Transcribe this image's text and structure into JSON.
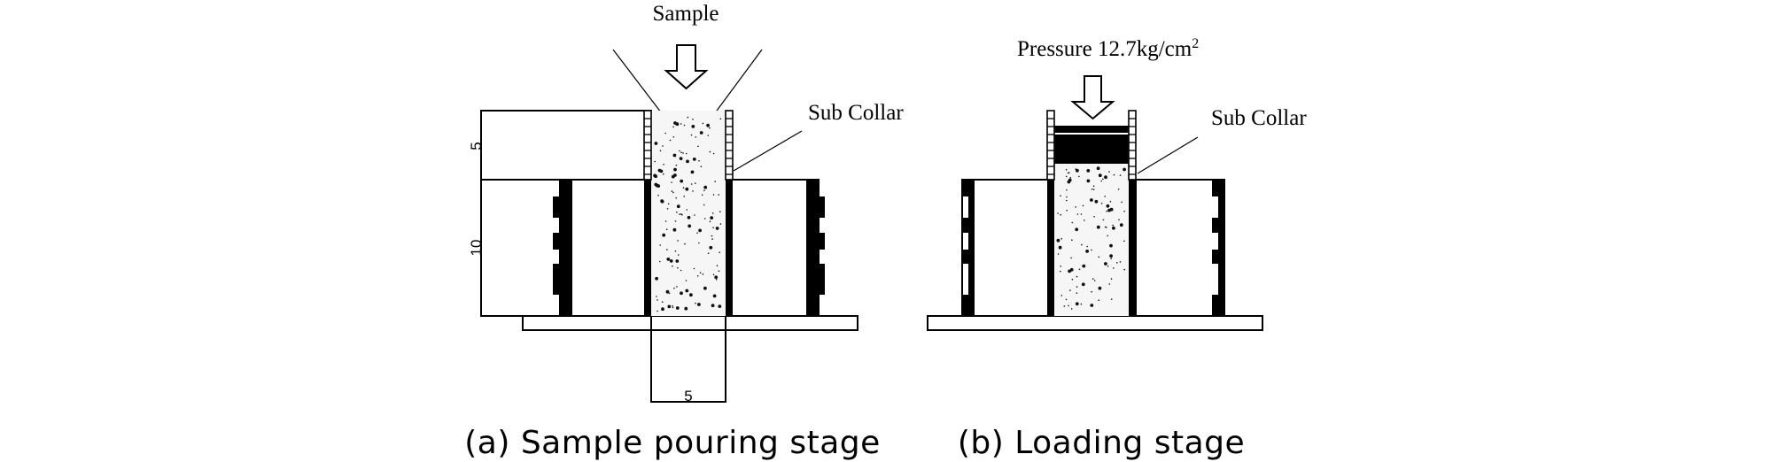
{
  "panel_a": {
    "caption": "(a) Sample pouring stage",
    "sample_label": "Sample",
    "sub_collar_label": "Sub Collar",
    "dim_collar_height": "5",
    "dim_mold_height": "10",
    "dim_diameter": "5"
  },
  "panel_b": {
    "caption": "(b) Loading stage",
    "pressure_label": "Pressure 12.7kg/cm",
    "pressure_unit_superscript": "2",
    "sub_collar_label": "Sub Collar"
  },
  "colors": {
    "line": "#000000",
    "background": "#ffffff"
  }
}
